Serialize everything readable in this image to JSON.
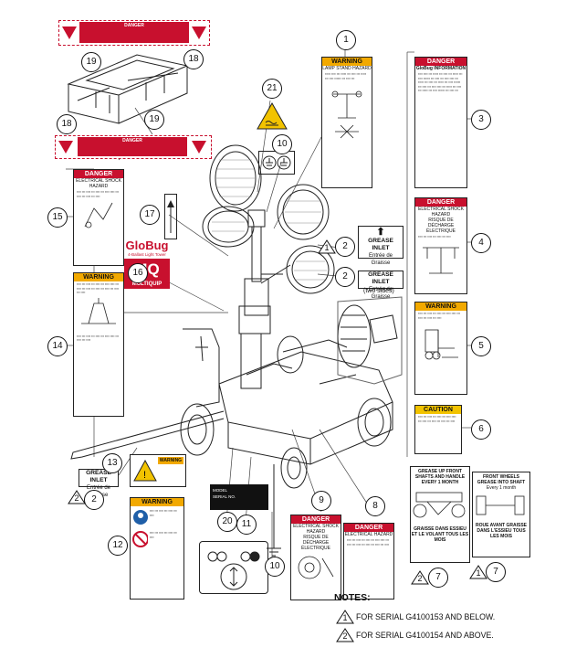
{
  "labels": {
    "danger": "DANGER",
    "warning": "WARNING",
    "caution": "CAUTION",
    "globug_info": "GloBug INFORMATION",
    "grease_inlet": "GREASE INLET",
    "grease_inlet_fr": "Entrée de Graisse",
    "two_sides": "(two sides)",
    "grease_shafts": "GREASE UP FRONT SHAFTS AND HANDLE EVERY 1 MONTH",
    "grease_shafts_fr": "GRAISSE DANS ESSIEU ET LE VOLANT TOUS LES MOIS",
    "front_wheels": "FRONT WHEELS GREASE INTO SHAFT",
    "front_wheels_sub": "Every 1 month",
    "front_wheels_fr": "ROUE AVANT GRAISSE DANS L'ESSIEU TOUS LES MOIS",
    "electrical": "ELECTRICAL SHOCK HAZARD",
    "electrical_fr": "RISQUE DE DÉCHARGE ÉLECTRIQUE",
    "electrical_hazard": "ELECTRICAL HAZARD",
    "lamp_stand": "LAMP STAND HAZARD",
    "serial_no": "SERIAL NO.",
    "model": "MODEL",
    "brand_top": "GloBug",
    "brand_sub": "4-Ballast Light Tower",
    "brand_mq": "MQ",
    "brand_multiquip": "MULTIQUIP"
  },
  "callouts": {
    "c1": "1",
    "c2": "2",
    "c3": "3",
    "c4": "4",
    "c5": "5",
    "c6": "6",
    "c7": "7",
    "c8": "8",
    "c9": "9",
    "c10": "10",
    "c11": "11",
    "c12": "12",
    "c13": "13",
    "c14": "14",
    "c15": "15",
    "c16": "16",
    "c17": "17",
    "c18": "18",
    "c19": "19",
    "c20": "20",
    "c21": "21"
  },
  "notes": {
    "title": "NOTES:",
    "note1_marker": "1",
    "note1": "FOR SERIAL G4100153 AND BELOW.",
    "note2_marker": "2",
    "note2": "FOR SERIAL G4100154 AND ABOVE."
  }
}
